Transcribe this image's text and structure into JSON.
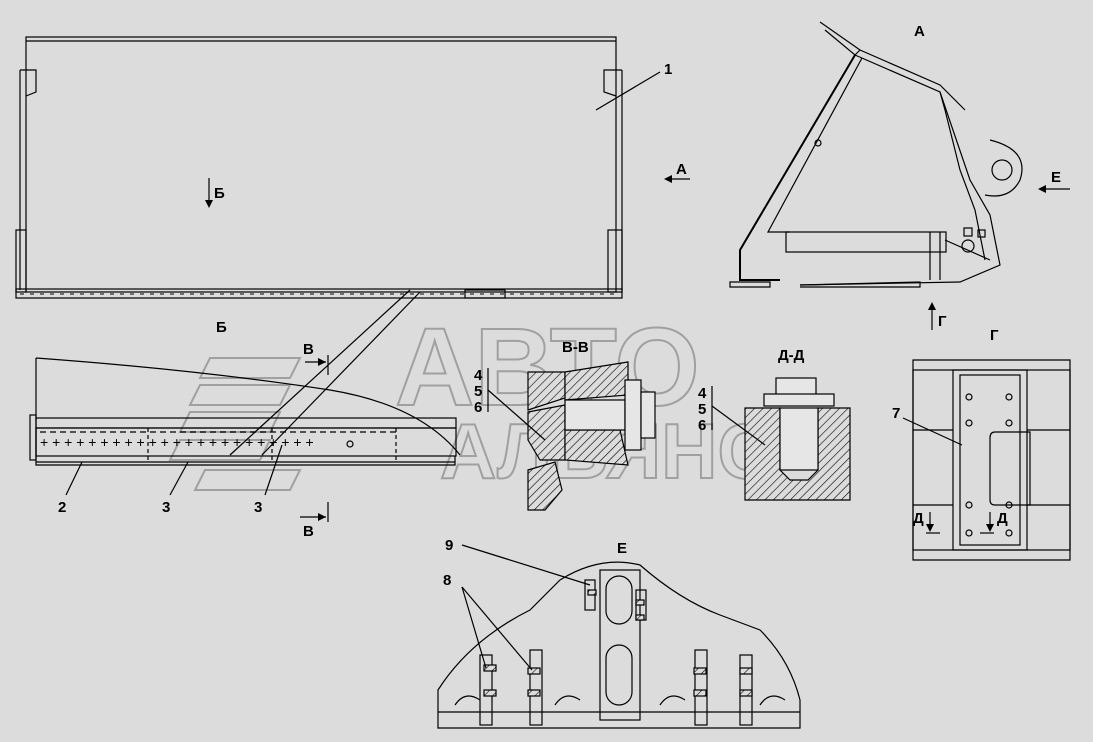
{
  "watermark": {
    "line1": "АВТО",
    "line2": "АЛЬЯНС"
  },
  "view_labels": {
    "view_a": "А",
    "view_b": "Б",
    "view_g": "Г",
    "view_e": "Е",
    "section_vv": "В-В",
    "section_dd": "Д-Д"
  },
  "arrow_labels": {
    "arrow_b": "Б",
    "arrow_a": "А",
    "arrow_e": "Е",
    "arrow_g": "Г",
    "arrow_v_top": "В",
    "arrow_v_bottom": "В",
    "arrow_d_left": "Д",
    "arrow_d_right": "Д"
  },
  "callouts": {
    "c1": "1",
    "c2": "2",
    "c3a": "3",
    "c3b": "3",
    "vv_4": "4",
    "vv_5": "5",
    "vv_6": "6",
    "dd_4": "4",
    "dd_5": "5",
    "dd_6": "6",
    "c7": "7",
    "c8": "8",
    "c9": "9"
  },
  "colors": {
    "background": "#dcdcdc",
    "line": "#000000",
    "watermark": "#a0a0a0"
  }
}
